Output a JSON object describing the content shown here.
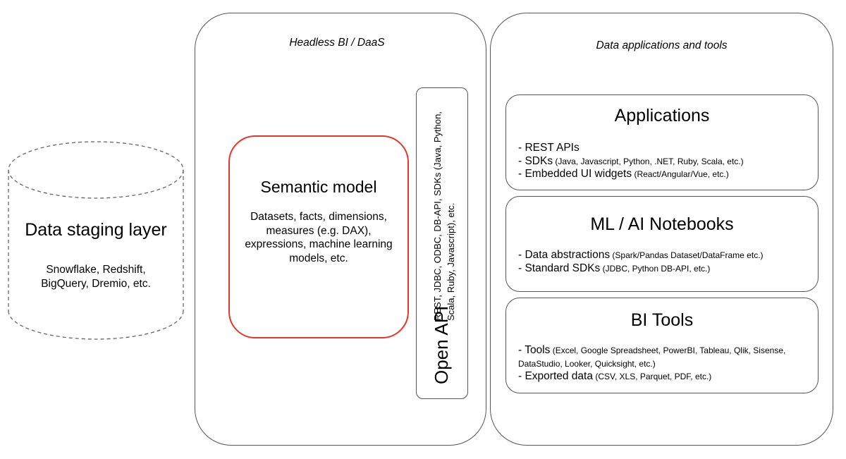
{
  "staging": {
    "title": "Data staging layer",
    "line1": "Snowflake, Redshift,",
    "line2": "BigQuery, Dremio, etc."
  },
  "headless": {
    "title": "Headless BI / DaaS",
    "semantic_title": "Semantic model",
    "semantic_body": "Datasets, facts, dimensions, measures (e.g. DAX), expressions, machine learning models, etc.",
    "api_label": "Open API",
    "api_desc": "REST, JDBC, ODBC, DB-API, SDKs (Java, Python, Scala, Ruby, Javascript), etc."
  },
  "apps": {
    "title": "Data applications and tools",
    "applications": {
      "title": "Applications",
      "items": [
        {
          "main": "- REST APIs",
          "detail": ""
        },
        {
          "main": "- SDKs",
          "detail": " (Java, Javascript, Python, .NET, Ruby, Scala, etc.)"
        },
        {
          "main": "- Embedded UI widgets",
          "detail": " (React/Angular/Vue, etc.)"
        }
      ]
    },
    "ml": {
      "title": "ML / AI Notebooks",
      "items": [
        {
          "main": "- Data abstractions",
          "detail": " (Spark/Pandas Dataset/DataFrame etc.)"
        },
        {
          "main": "- Standard SDKs",
          "detail": " (JDBC, Python DB-API, etc.)"
        }
      ]
    },
    "bi": {
      "title": "BI Tools",
      "items": [
        {
          "main": "- Tools",
          "detail": " (Excel, Google Spreadsheet, PowerBI, Tableau, Qlik, Sisense, DataStudio, Looker, Quicksight, etc.)"
        },
        {
          "main": "- Exported data",
          "detail": " (CSV, XLS, Parquet, PDF, etc.)"
        }
      ]
    }
  },
  "colors": {
    "border": "#555555",
    "semantic_border": "#e2382b",
    "cylinder_dash": "#666666"
  }
}
